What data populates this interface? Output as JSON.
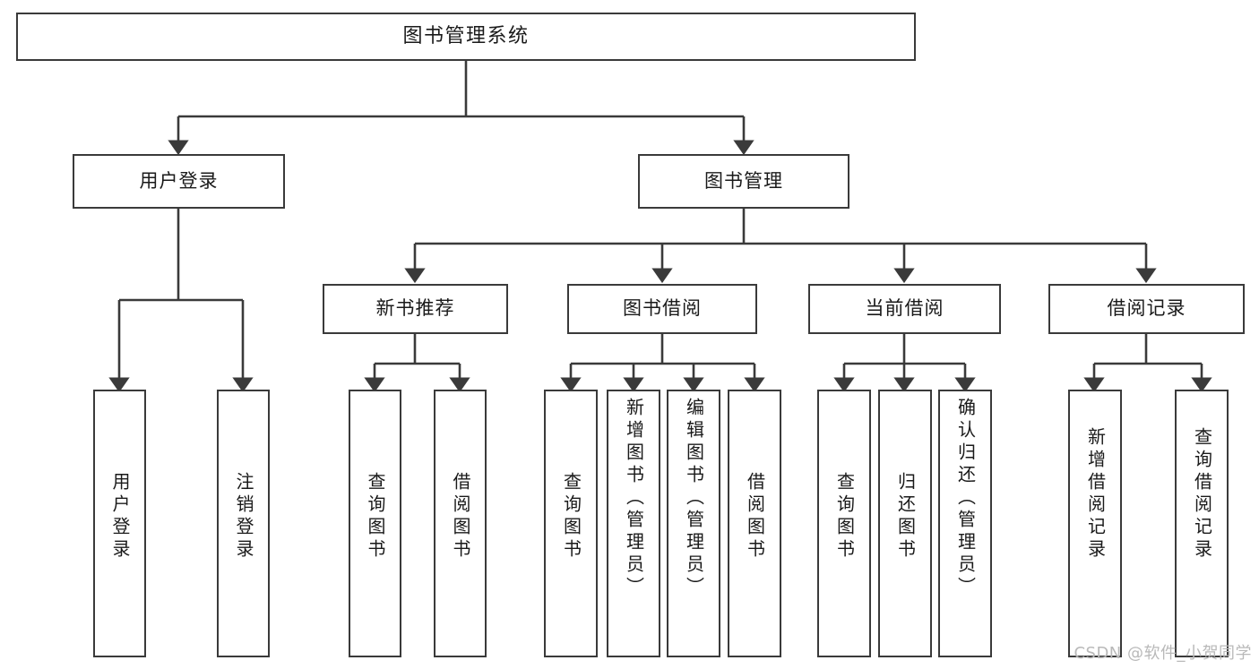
{
  "diagram": {
    "type": "tree",
    "title": "图书管理系统",
    "watermark": "CSDN @软件_小贺同学",
    "edge_color": "#3a3a3a",
    "box_border_color": "#3a3a3a",
    "box_fill_color": "#ffffff",
    "text_color": "#1a1a1a",
    "background_color": "#ffffff"
  },
  "nodes": {
    "root": {
      "label": "图书管理系统"
    },
    "level1": [
      {
        "id": "user-login",
        "label": "用户登录"
      },
      {
        "id": "book-manage",
        "label": "图书管理"
      }
    ],
    "level2": [
      {
        "id": "new-book-rec",
        "label": "新书推荐"
      },
      {
        "id": "book-borrow",
        "label": "图书借阅"
      },
      {
        "id": "current-borrow",
        "label": "当前借阅"
      },
      {
        "id": "borrow-record",
        "label": "借阅记录"
      }
    ],
    "leaves": {
      "user_login": [
        {
          "id": "leaf-user-login",
          "label": "用户登录"
        },
        {
          "id": "leaf-logout",
          "label": "注销登录"
        }
      ],
      "new_book_rec": [
        {
          "id": "leaf-query-book-1",
          "label": "查询图书"
        },
        {
          "id": "leaf-borrow-book-1",
          "label": "借阅图书"
        }
      ],
      "book_borrow": [
        {
          "id": "leaf-query-book-2",
          "label": "查询图书"
        },
        {
          "id": "leaf-add-book",
          "label": "新增图书（管理员）"
        },
        {
          "id": "leaf-edit-book",
          "label": "编辑图书（管理员）"
        },
        {
          "id": "leaf-borrow-book-2",
          "label": "借阅图书"
        }
      ],
      "current_borrow": [
        {
          "id": "leaf-query-book-3",
          "label": "查询图书"
        },
        {
          "id": "leaf-return-book",
          "label": "归还图书"
        },
        {
          "id": "leaf-confirm-return",
          "label": "确认归还（管理员）"
        }
      ],
      "borrow_record": [
        {
          "id": "leaf-add-record",
          "label": "新增借阅记录"
        },
        {
          "id": "leaf-query-record",
          "label": "查询借阅记录"
        }
      ]
    }
  }
}
